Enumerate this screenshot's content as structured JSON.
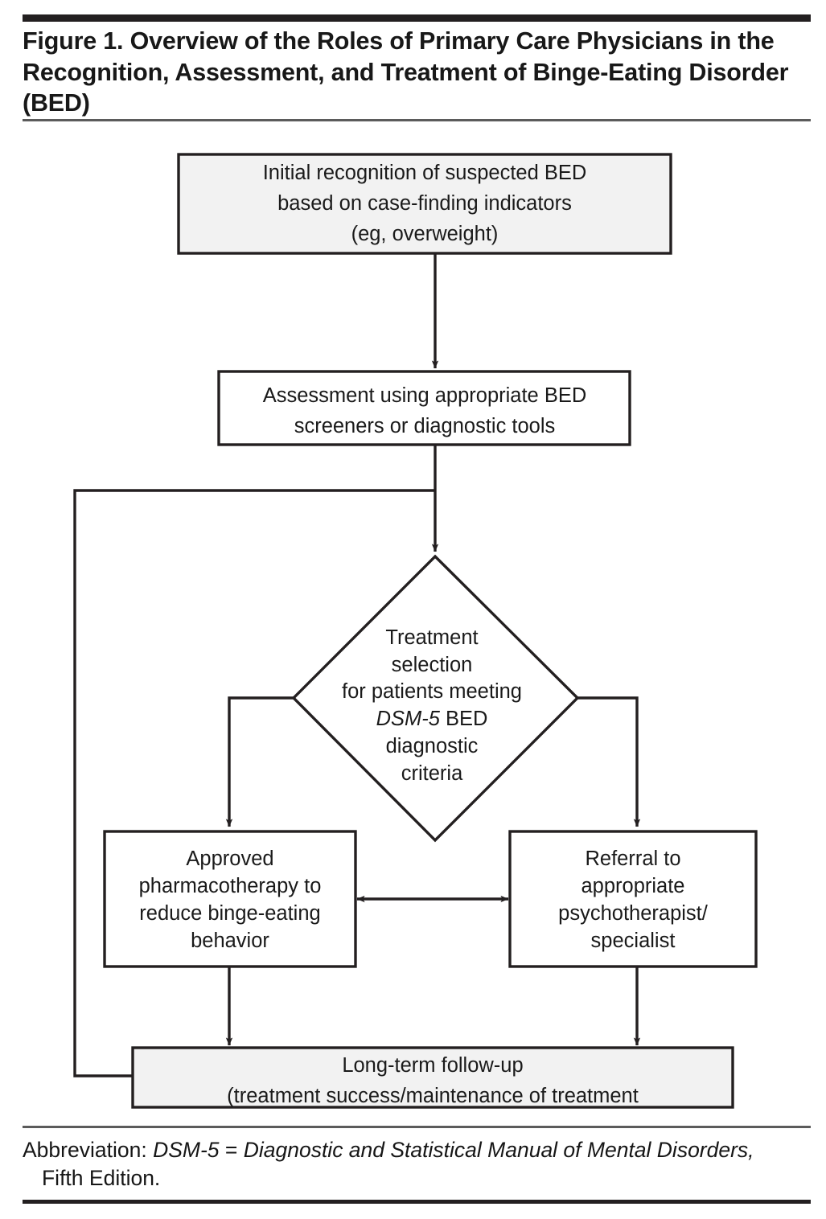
{
  "figure": {
    "title": "Figure 1. Overview of the Roles of Primary Care Physicians in the Recognition, Assessment, and Treatment of Binge-Eating Disorder (BED)",
    "abbreviation_label": "Abbreviation:",
    "abbreviation_term": "DSM-5",
    "abbreviation_equals": " = ",
    "abbreviation_expansion": "Diagnostic and Statistical Manual of Mental Disorders,",
    "abbreviation_line2": "Fifth Edition."
  },
  "colors": {
    "rule_dark": "#231f20",
    "rule_light": "#5b5b5b",
    "stroke": "#231f20",
    "shaded_fill": "#f2f2f2",
    "plain_fill": "#ffffff",
    "text": "#1a1a1a"
  },
  "chart_data": {
    "type": "diagram",
    "diagram_kind": "flowchart",
    "title": "Overview of the Roles of Primary Care Physicians in the Recognition, Assessment, and Treatment of Binge-Eating Disorder (BED)",
    "nodes": [
      {
        "id": "initial-recognition",
        "shape": "rectangle",
        "fill": "shaded",
        "lines": [
          "Initial recognition of suspected BED",
          "based on case-finding indicators",
          "(eg, overweight)"
        ]
      },
      {
        "id": "assessment",
        "shape": "rectangle",
        "fill": "plain",
        "lines": [
          "Assessment using appropriate BED",
          "screeners or diagnostic tools"
        ]
      },
      {
        "id": "treatment-selection",
        "shape": "diamond",
        "fill": "plain",
        "lines": [
          "Treatment",
          "selection",
          "for patients meeting",
          "DSM-5 BED",
          "diagnostic",
          "criteria"
        ],
        "italic_tokens": [
          "DSM-5"
        ]
      },
      {
        "id": "pharmacotherapy",
        "shape": "rectangle",
        "fill": "plain",
        "lines": [
          "Approved",
          "pharmacotherapy to",
          "reduce binge-eating",
          "behavior"
        ]
      },
      {
        "id": "referral",
        "shape": "rectangle",
        "fill": "plain",
        "lines": [
          "Referral to",
          "appropriate",
          "psychotherapist/",
          "specialist"
        ]
      },
      {
        "id": "long-term-followup",
        "shape": "rectangle",
        "fill": "shaded",
        "lines": [
          "Long-term follow-up",
          "(treatment success/maintenance of treatment"
        ]
      }
    ],
    "edges": [
      {
        "from": "initial-recognition",
        "to": "assessment",
        "style": "arrow-down"
      },
      {
        "from": "assessment",
        "to": "treatment-selection",
        "style": "arrow-down"
      },
      {
        "from": "treatment-selection",
        "to": "pharmacotherapy",
        "style": "elbow-arrow-left-down"
      },
      {
        "from": "treatment-selection",
        "to": "referral",
        "style": "elbow-arrow-right-down"
      },
      {
        "from": "pharmacotherapy",
        "to": "referral",
        "style": "double-headed-horizontal"
      },
      {
        "from": "pharmacotherapy",
        "to": "long-term-followup",
        "style": "arrow-down"
      },
      {
        "from": "referral",
        "to": "long-term-followup",
        "style": "arrow-down"
      },
      {
        "from": "long-term-followup",
        "to": "assessment",
        "style": "feedback-loop-left-no-arrow"
      }
    ]
  }
}
